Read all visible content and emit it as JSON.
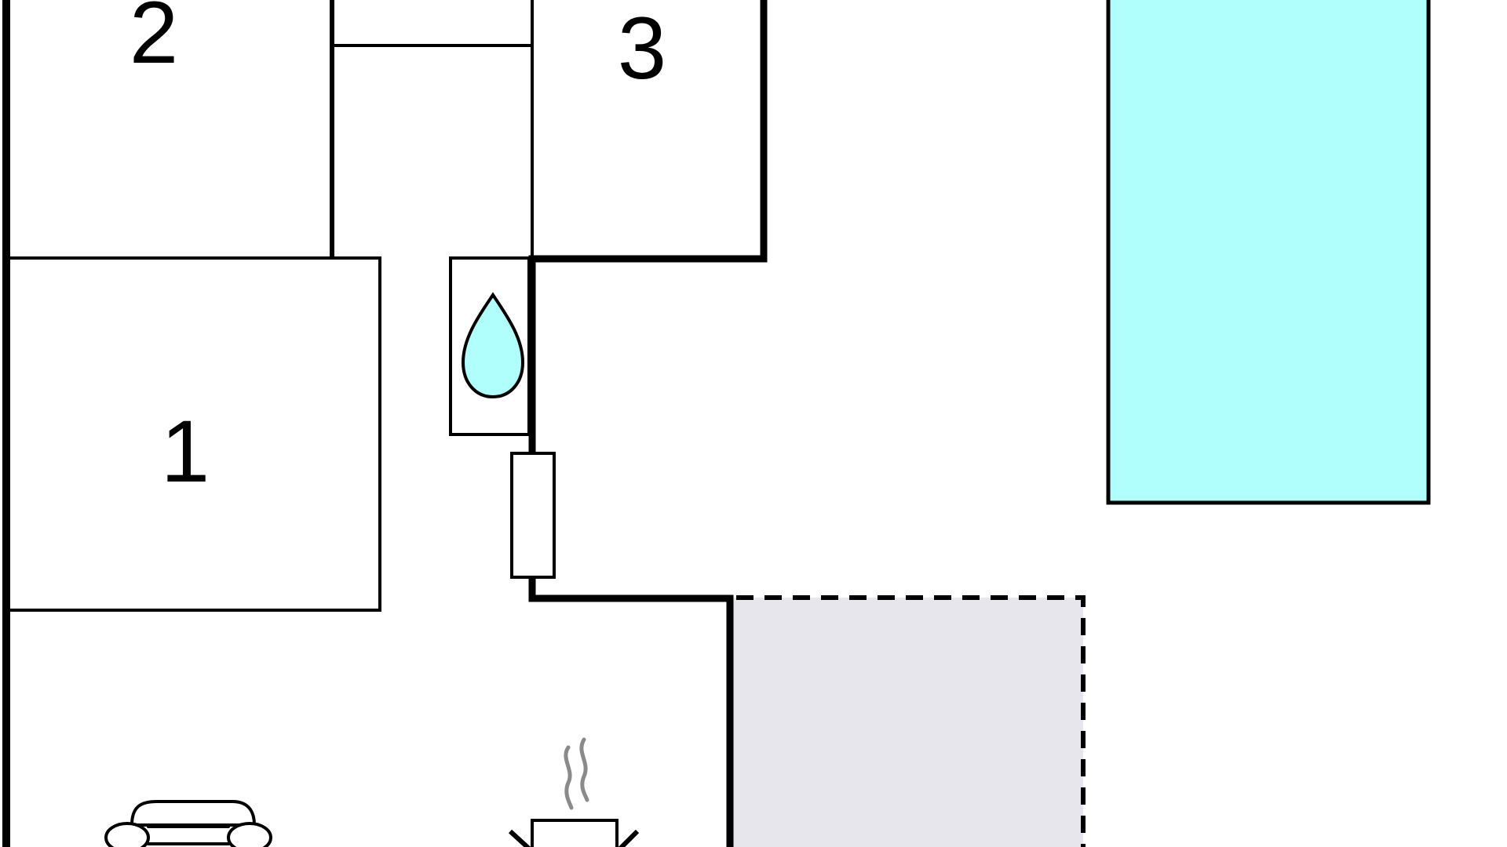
{
  "plan": {
    "rooms": [
      {
        "id": "room-2",
        "label": "2"
      },
      {
        "id": "room-3",
        "label": "3"
      },
      {
        "id": "room-1",
        "label": "1"
      }
    ],
    "colors": {
      "pool": "#b0fffd",
      "terrace": "#e7e6ec",
      "water_drop": "#b0fffd",
      "steam": "#8a8a8a",
      "line": "#000000"
    },
    "icons": {
      "water": "water-drop-icon",
      "parking": "car-icon",
      "hot_food": "steaming-dish-icon"
    }
  }
}
